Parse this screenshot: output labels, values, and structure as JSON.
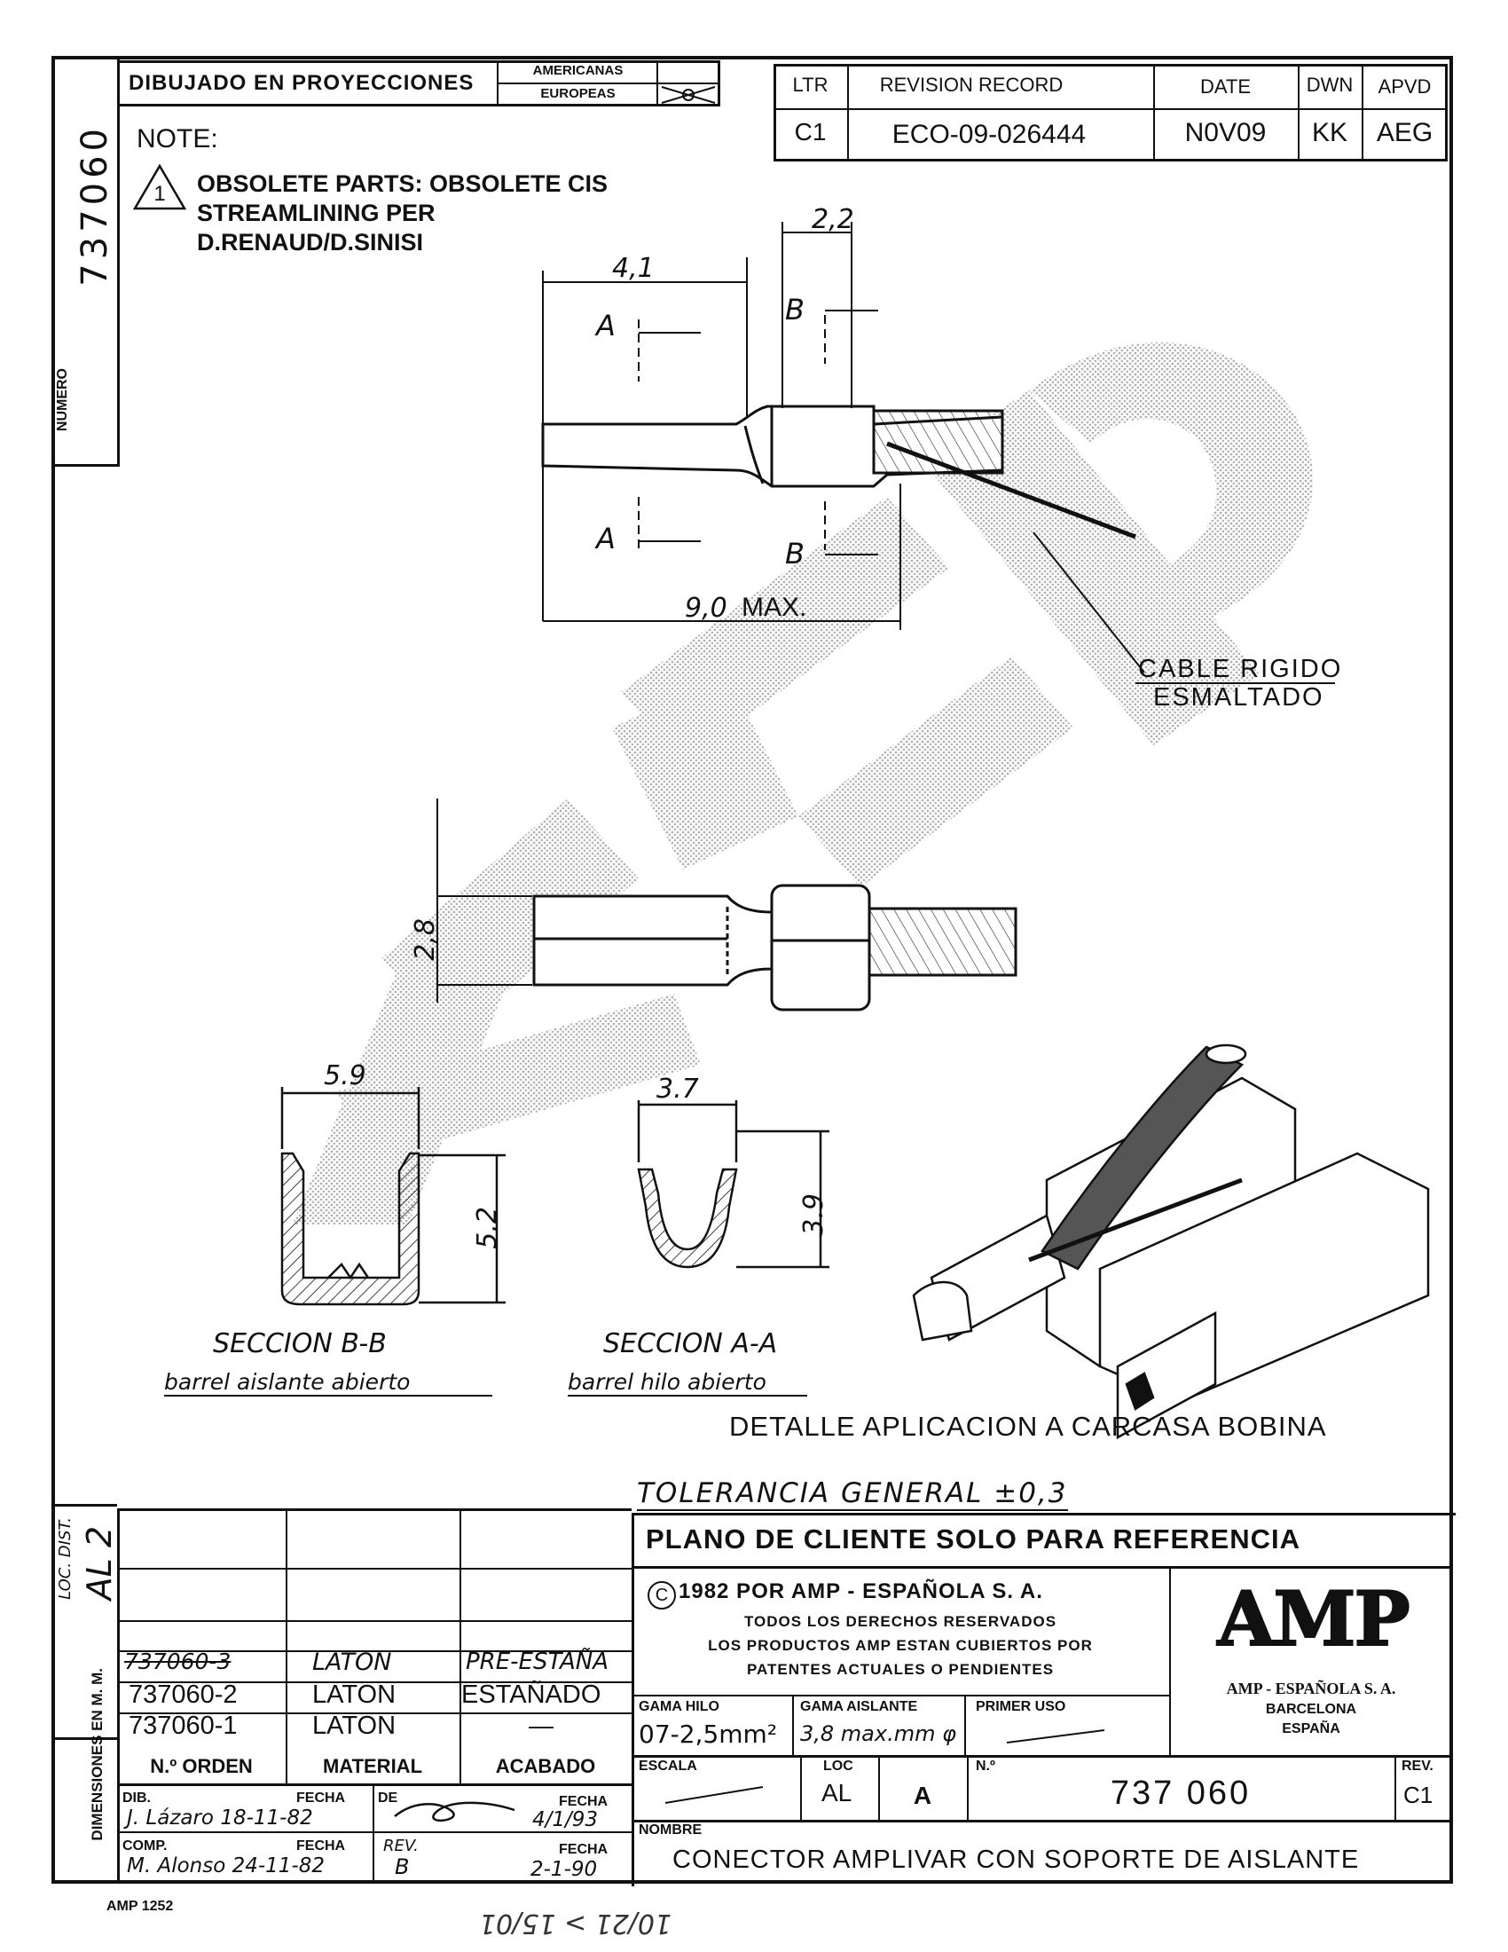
{
  "header": {
    "projection_label": "DIBUJADO EN PROYECCIONES",
    "projection_american": "AMERICANAS",
    "projection_european": "EUROPEAS"
  },
  "revision_table": {
    "headers": [
      "LTR",
      "REVISION RECORD",
      "DATE",
      "DWN",
      "APVD"
    ],
    "row": [
      "C1",
      "ECO-09-026444",
      "N0V09",
      "KK",
      "AEG"
    ]
  },
  "side": {
    "numero_label": "NUMERO",
    "numero_value": "737060",
    "loc_dist_label": "LOC. DIST.",
    "loc_dist_value": "AL 2",
    "dimensions_label": "DIMENSIONES EN M. M."
  },
  "note": {
    "title": "NOTE:",
    "marker": "1",
    "lines": [
      "OBSOLETE PARTS: OBSOLETE CIS",
      "STREAMLINING PER",
      "D.RENAUD/D.SINISI"
    ]
  },
  "drawing": {
    "dim_4_1": "4,1",
    "dim_2_2": "2,2",
    "sect_a": "A",
    "sect_b": "B",
    "dim_9_max": "9,0",
    "dim_max": "MAX.",
    "cable_label_1": "CABLE RIGIDO",
    "cable_label_2": "ESMALTADO",
    "dim_2_8": "2,8",
    "dim_5_9": "5.9",
    "dim_5_2": "5.2",
    "dim_3_7": "3.7",
    "dim_3_9": "3.9",
    "section_bb_title": "SECCION B-B",
    "section_bb_sub": "barrel aislante abierto",
    "section_aa_title": "SECCION A-A",
    "section_aa_sub": "barrel hilo abierto",
    "detail_caption": "DETALLE APLICACION A CARCASA BOBINA",
    "watermark": "AMP"
  },
  "title_block": {
    "tolerance": "TOLERANCIA GENERAL ±0,3",
    "reference_banner": "PLANO DE CLIENTE SOLO PARA REFERENCIA",
    "copyright_line": "1982 POR AMP - ESPAÑOLA S. A.",
    "copyright_symbol": "C",
    "rights_1": "TODOS LOS DERECHOS RESERVADOS",
    "rights_2": "LOS PRODUCTOS AMP ESTAN CUBIERTOS POR",
    "rights_3": "PATENTES ACTUALES O PENDIENTES",
    "logo_text": "AMP",
    "company_1": "AMP - ESPAÑOLA S. A.",
    "company_2": "BARCELONA",
    "company_3": "ESPAÑA",
    "gama_hilo_label": "GAMA HILO",
    "gama_hilo_value": "07-2,5mm²",
    "gama_aislante_label": "GAMA AISLANTE",
    "gama_aislante_value": "3,8 max.mm φ",
    "primer_uso_label": "PRIMER USO",
    "escala_label": "ESCALA",
    "loc_label": "LOC",
    "loc_value": "AL",
    "loc_letter": "A",
    "no_label": "N.º",
    "no_value": "737 060",
    "rev_label": "REV.",
    "rev_value": "C1",
    "nombre_label": "NOMBRE",
    "nombre_value": "CONECTOR AMPLIVAR CON SOPORTE DE AISLANTE"
  },
  "parts_table": {
    "rows": [
      {
        "orden": "737060-3",
        "material": "LATON",
        "acabado": "PRE-ESTAÑA"
      },
      {
        "orden": "737060-2",
        "material": "LATON",
        "acabado": "ESTAÑADO"
      },
      {
        "orden": "737060-1",
        "material": "LATON",
        "acabado": "—"
      }
    ],
    "headers": [
      "N.º ORDEN",
      "MATERIAL",
      "ACABADO"
    ]
  },
  "signatures": {
    "dib_label": "DIB.",
    "dib_value": "J. Lázaro 18-11-82",
    "fecha_label": "FECHA",
    "de_label": "DE",
    "de_fecha": "4/1/93",
    "comp_label": "COMP.",
    "comp_value": "M. Alonso 24-11-82",
    "rev_label": "REV.",
    "rev_value": "B",
    "rev_fecha": "2-1-90"
  },
  "footer": {
    "form_no": "AMP 1252",
    "handwritten": "10/21 > 15/01"
  }
}
